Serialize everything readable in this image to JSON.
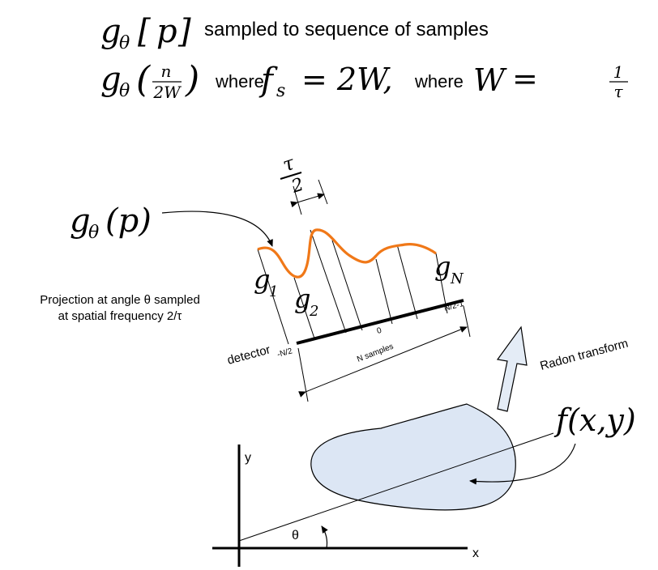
{
  "equations": {
    "line1": {
      "g": "g",
      "theta": "θ",
      "bracket_open": "[",
      "p": "p",
      "bracket_close": "]",
      "text": "sampled to sequence of samples"
    },
    "line2": {
      "g": "g",
      "theta": "θ",
      "paren_open": "(",
      "frac_num": "n",
      "frac_den": "2W",
      "paren_close": ")",
      "where1": "where",
      "f": "f",
      "s": "s",
      "eq1": "= 2W,",
      "where2": "where",
      "w": "W",
      "eq2": "=",
      "one": "1",
      "tau": "τ"
    }
  },
  "labels": {
    "g_theta_p": {
      "g": "g",
      "theta": "θ",
      "rest": "(p)"
    },
    "tau": "τ",
    "two": "2",
    "g1": {
      "g": "g",
      "sub": "1"
    },
    "g2": {
      "g": "g",
      "sub": "2"
    },
    "gN": {
      "g": "g",
      "sub": "N"
    },
    "projection_line1": "Projection at angle θ sampled",
    "projection_line2": "at spatial frequency 2/τ",
    "detector": "detector",
    "minus_n2": "-N/2",
    "zero": "0",
    "n2_minus1": "N/2-1",
    "n_samples": "N samples",
    "radon": "Radon transform",
    "fxy": "f(x,y)",
    "y_axis": "y",
    "x_axis": "x",
    "theta_angle": "θ"
  },
  "colors": {
    "curve": "#F07818",
    "object_fill": "#DCE6F4",
    "arrow_fill": "#E4ECF6",
    "ink": "#000000"
  }
}
